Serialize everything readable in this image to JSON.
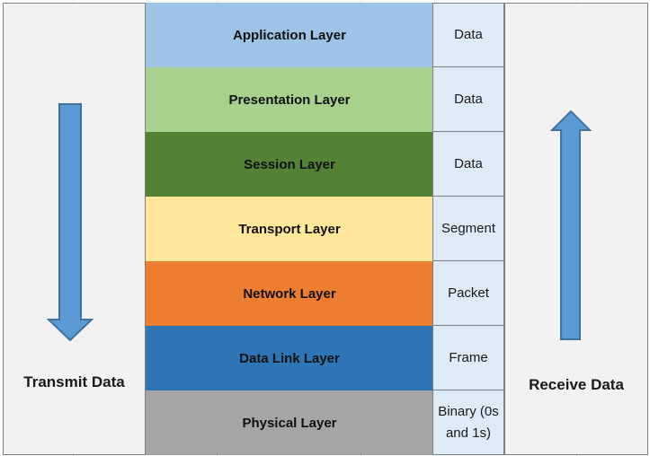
{
  "diagram": {
    "left_label": "Transmit Data",
    "right_label": "Receive Data",
    "layers": [
      {
        "name": "Application Layer",
        "color": "#9dc3e6",
        "text_color": "#111111",
        "pdu": "Data"
      },
      {
        "name": "Presentation Layer",
        "color": "#a9d18e",
        "text_color": "#111111",
        "pdu": "Data"
      },
      {
        "name": "Session Layer",
        "color": "#548235",
        "text_color": "#111111",
        "pdu": "Data"
      },
      {
        "name": "Transport Layer",
        "color": "#ffe699",
        "text_color": "#111111",
        "pdu": "Segment"
      },
      {
        "name": "Network Layer",
        "color": "#ed7d31",
        "text_color": "#111111",
        "pdu": "Packet"
      },
      {
        "name": "Data Link Layer",
        "color": "#2e75b6",
        "text_color": "#111111",
        "pdu": "Frame"
      },
      {
        "name": "Physical Layer",
        "color": "#a5a5a5",
        "text_color": "#111111",
        "pdu": "Binary (0s and 1s)"
      }
    ],
    "arrow_color": "#5b9bd5",
    "arrow_border_color": "#41719c"
  }
}
